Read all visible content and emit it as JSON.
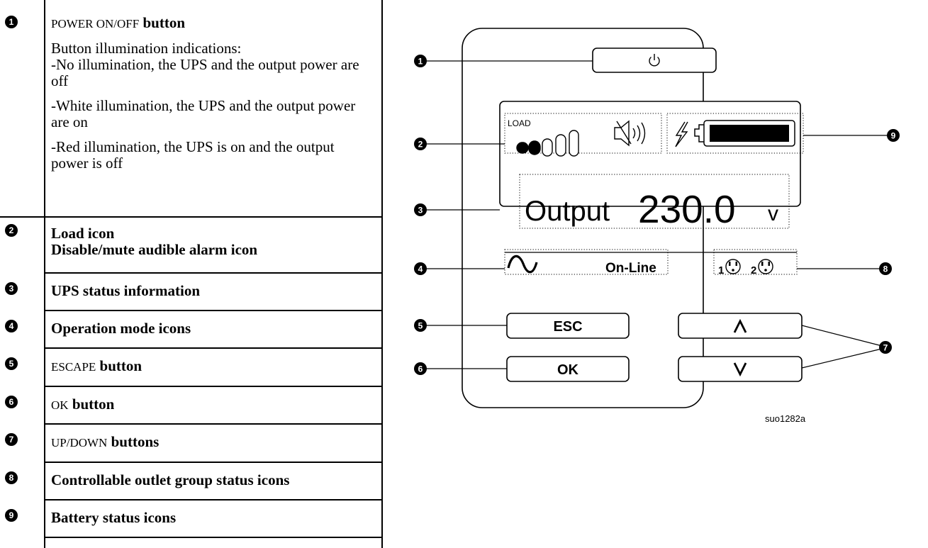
{
  "items": [
    {
      "number": "1",
      "name_caps": "POWER ON/OFF",
      "name_bold": "button",
      "details": [
        "Button illumination indications:",
        "-No illumination, the UPS and the output power are off",
        "-White illumination, the UPS and the output power are on",
        "-Red illumination, the UPS is on and the output power is off"
      ]
    },
    {
      "number": "2",
      "line1": "Load icon",
      "line2": "Disable/mute audible alarm icon"
    },
    {
      "number": "3",
      "label": "UPS status information"
    },
    {
      "number": "4",
      "label": "Operation mode icons"
    },
    {
      "number": "5",
      "name_caps": "ESCAPE",
      "name_bold": "button"
    },
    {
      "number": "6",
      "name_caps": "OK",
      "name_bold": "button"
    },
    {
      "number": "7",
      "name_caps": "UP/DOWN",
      "name_bold": "buttons"
    },
    {
      "number": "8",
      "label": "Controllable outlet group status icons"
    },
    {
      "number": "9",
      "label": "Battery status icons"
    }
  ],
  "display": {
    "load_label": "LOAD",
    "load_level": 0.4,
    "output_word": "Output",
    "output_value": "230.0",
    "output_unit": "v",
    "mode_text": "On-Line",
    "outlet_1": "1",
    "outlet_2": "2",
    "battery_level": 1.0
  },
  "buttons": {
    "esc": "ESC",
    "ok": "OK",
    "up": "∧",
    "down": "∨"
  },
  "figure_id": "suo1282a",
  "callouts": [
    "1",
    "2",
    "3",
    "4",
    "5",
    "6",
    "7",
    "8",
    "9"
  ]
}
